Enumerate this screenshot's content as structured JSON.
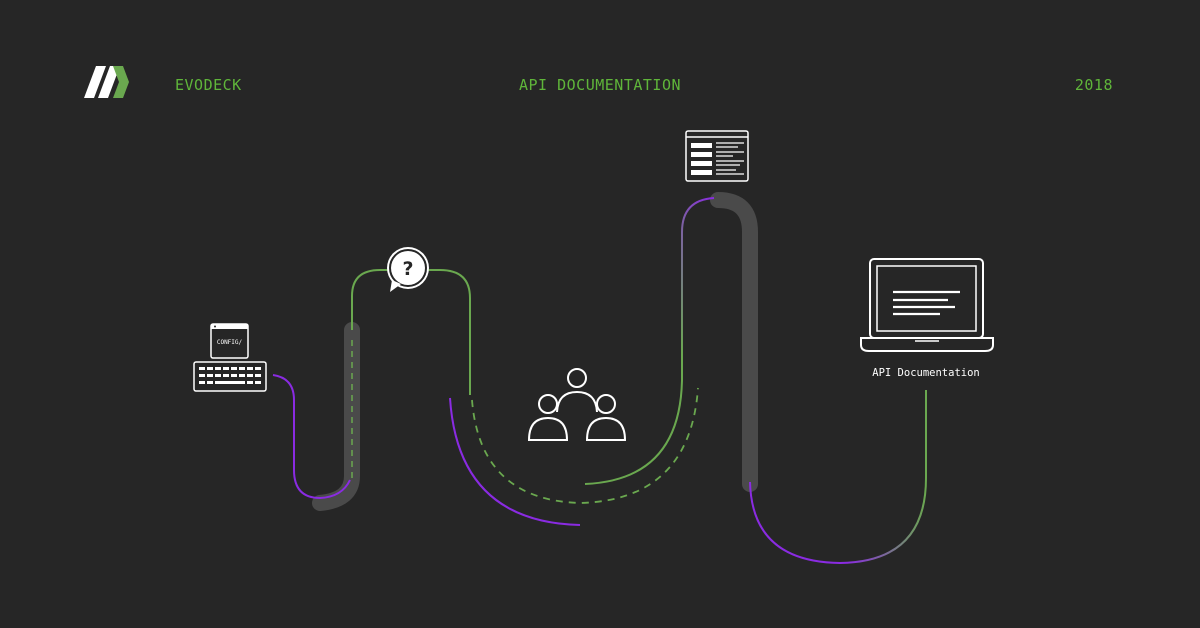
{
  "header": {
    "brand": "EVODECK",
    "title": "API DOCUMENTATION",
    "year": "2018"
  },
  "keyboard_screen_text": "CONFIG/",
  "question_mark": "?",
  "laptop_caption": "API Documentation",
  "colors": {
    "background": "#262626",
    "green": "#6aa84f",
    "purple": "#8a2be2",
    "gray_track": "#4a4a4a",
    "icon": "#ffffff"
  },
  "icons": [
    "logo-icon",
    "keyboard-icon",
    "question-bubble-icon",
    "team-icon",
    "document-icon",
    "laptop-icon"
  ]
}
